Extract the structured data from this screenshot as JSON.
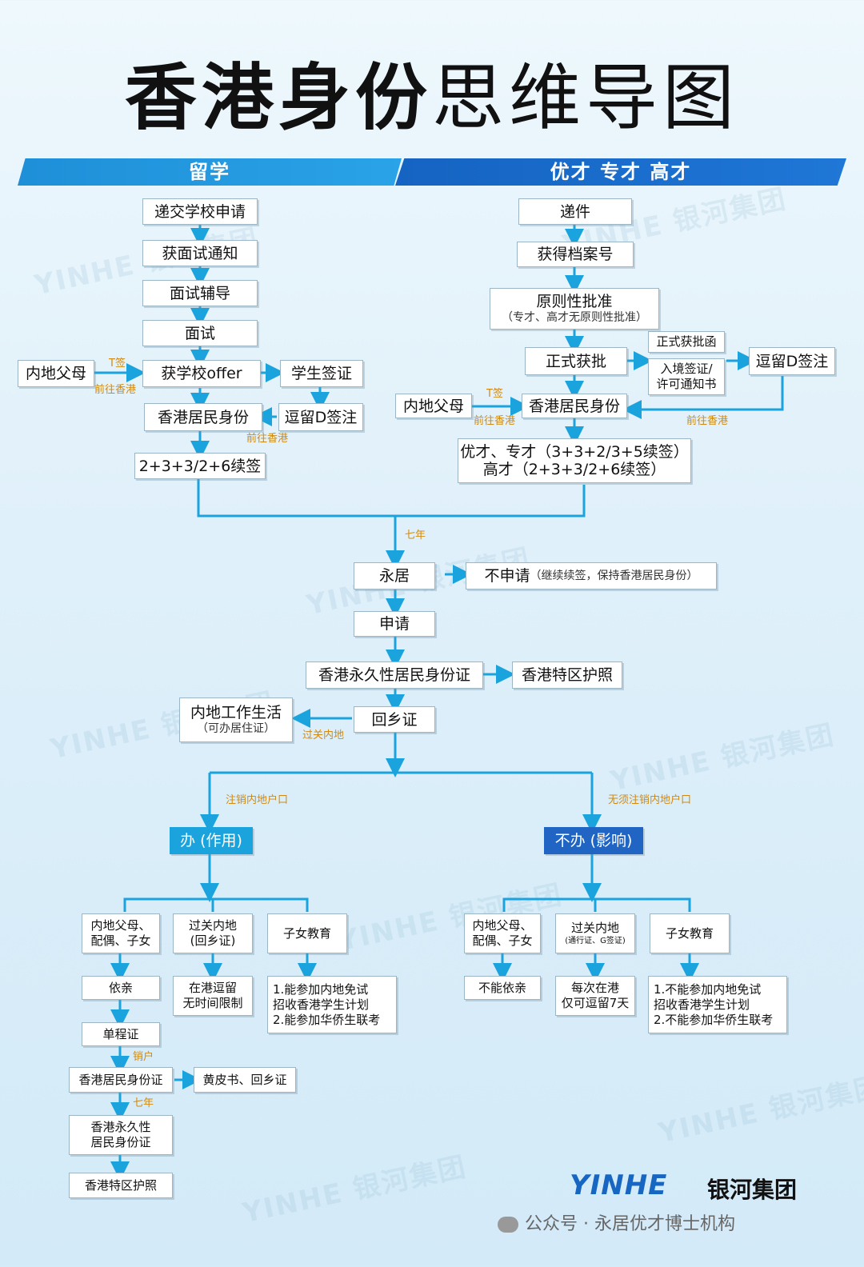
{
  "title": {
    "bold": "香港身份",
    "light": "思维导图"
  },
  "sections": {
    "left": "留学",
    "right": "优才 专才 高才"
  },
  "left_flow": {
    "submit": "递交学校申请",
    "interview_notice": "获面试通知",
    "interview_coaching": "面试辅导",
    "interview": "面试",
    "offer": "获学校offer",
    "student_visa": "学生签证",
    "parents": "内地父母",
    "t_visa": "T签",
    "go_hk": "前往香港",
    "hk_resident": "香港居民身份",
    "iang": "逗留D签注",
    "go_hk2": "前往香港",
    "renewal": "2+3+3/2+6续签"
  },
  "right_flow": {
    "submit": "递件",
    "file_no": "获得档案号",
    "approval_main": "原则性批准",
    "approval_note": "（专才、高才无原则性批准）",
    "formal_approval": "正式获批",
    "formal_letter": "正式获批函",
    "entry_visa": "入境签证/\n许可通知书",
    "iang": "逗留D签注",
    "parents": "内地父母",
    "t_visa": "T签",
    "go_hk": "前往香港",
    "hk_resident": "香港居民身份",
    "go_hk2": "前往香港",
    "renewal_line1": "优才、专才（3+3+2/3+5续签）",
    "renewal_line2": "高才（2+3+3/2+6续签）"
  },
  "center_flow": {
    "seven_years": "七年",
    "permanent": "永居",
    "no_apply_main": "不申请",
    "no_apply_note": "（继续续签，保持香港居民身份）",
    "apply": "申请",
    "permanent_id": "香港永久性居民身份证",
    "passport": "香港特区护照",
    "home_return": "回乡证",
    "mainland_life": "内地工作生活",
    "mainland_life_note": "（可办居住证）",
    "cross_border": "过关内地",
    "cancel_hukou": "注销内地户口",
    "no_cancel_hukou": "无须注销内地户口",
    "do_it": "办 (作用)",
    "dont": "不办 (影响)"
  },
  "do_branch": {
    "col1": "内地父母、\n配偶、子女",
    "col2": "过关内地\n(回乡证)",
    "col3": "子女教育",
    "r1": "依亲",
    "r2": "在港逗留\n无时间限制",
    "r3": "1.能参加内地免试\n招收香港学生计划\n2.能参加华侨生联考",
    "one_way": "单程证",
    "cancel": "销户",
    "hk_id": "香港居民身份证",
    "yellow": "黄皮书、回乡证",
    "seven": "七年",
    "perm_id": "香港永久性\n居民身份证",
    "passport": "香港特区护照"
  },
  "dont_branch": {
    "col1": "内地父母、\n配偶、子女",
    "col2": "过关内地",
    "col2_note": "(通行证、G签证)",
    "col3": "子女教育",
    "r1": "不能依亲",
    "r2": "每次在港\n仅可逗留7天",
    "r3": "1.不能参加内地免试\n招收香港学生计划\n2.不能参加华侨生联考"
  },
  "brand": {
    "logo": "YINHE",
    "name": "银河集团",
    "footer": "公众号 · 永居优才博士机构"
  },
  "watermark": "YINHE 银河集团",
  "colors": {
    "arrow": "#1aa3dd",
    "line": "#1aa3dd",
    "accent_orange": "#d18a10",
    "banner_left": "#1e8fd8",
    "banner_right": "#1563c2"
  }
}
